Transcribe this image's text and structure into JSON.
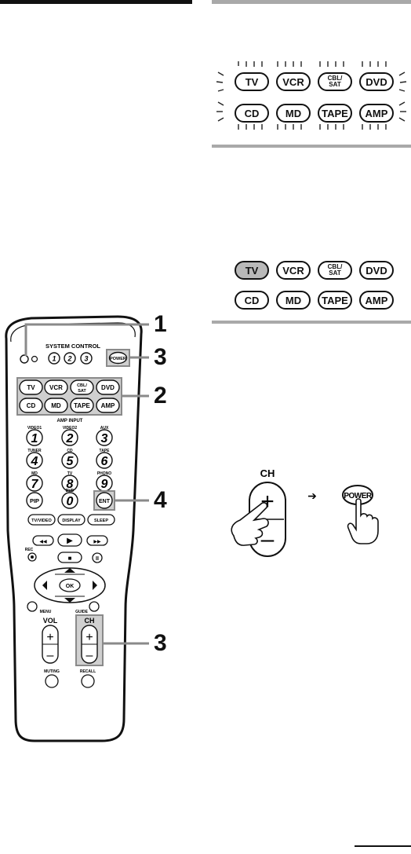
{
  "panel1": {
    "buttons": [
      "TV",
      "VCR",
      "CBL/ SAT",
      "DVD",
      "CD",
      "MD",
      "TAPE",
      "AMP"
    ],
    "cbl_top": "CBL/",
    "cbl_bottom": "SAT"
  },
  "panel2": {
    "buttons": [
      "TV",
      "VCR",
      "CBL/ SAT",
      "DVD",
      "CD",
      "MD",
      "TAPE",
      "AMP"
    ],
    "cbl_top": "CBL/",
    "cbl_bottom": "SAT",
    "lit_button": "TV"
  },
  "panel3": {
    "ch_label": "CH",
    "plus_symbol": "+",
    "minus_symbol": "–",
    "arrow": "➔",
    "power_label": "POWER"
  },
  "callouts": {
    "c1": "1",
    "c2": "2",
    "c3a": "3",
    "c4": "4",
    "c3b": "3"
  },
  "remote": {
    "system_control_label": "SYSTEM CONTROL",
    "sys_buttons": [
      "1",
      "2",
      "3"
    ],
    "power_label": "POWER",
    "device_buttons": [
      "TV",
      "VCR",
      "CBL/ SAT",
      "DVD",
      "CD",
      "MD",
      "TAPE",
      "AMP"
    ],
    "cbl_top": "CBL/",
    "cbl_bottom": "SAT",
    "amp_input_label": "AMP INPUT",
    "keys": [
      {
        "digit": "1",
        "top": "VIDEO1"
      },
      {
        "digit": "2",
        "top": "VIDEO2"
      },
      {
        "digit": "3",
        "top": "AUX"
      },
      {
        "digit": "4",
        "top": "TUNER"
      },
      {
        "digit": "5",
        "top": "CD"
      },
      {
        "digit": "6",
        "top": "TAPE"
      },
      {
        "digit": "7",
        "top": "MD"
      },
      {
        "digit": "8",
        "top": "TV"
      },
      {
        "digit": "9",
        "top": "PHONO"
      },
      {
        "digit": "PIP",
        "top": ""
      },
      {
        "digit": "0",
        "top": "DVD"
      },
      {
        "digit": "ENT",
        "top": ""
      }
    ],
    "row_buttons": [
      "TV/VIDEO",
      "DISPLAY",
      "SLEEP"
    ],
    "transport": {
      "rew": "◀◀",
      "play": "▶",
      "ff": "▶▶",
      "rec": "REC",
      "stop": "■",
      "pause": "II"
    },
    "ok_label": "OK",
    "menu_label": "MENU",
    "guide_label": "GUIDE",
    "vol_label": "VOL",
    "ch_label": "CH",
    "muting_label": "MUTING",
    "recall_label": "RECALL"
  },
  "page_number": ""
}
